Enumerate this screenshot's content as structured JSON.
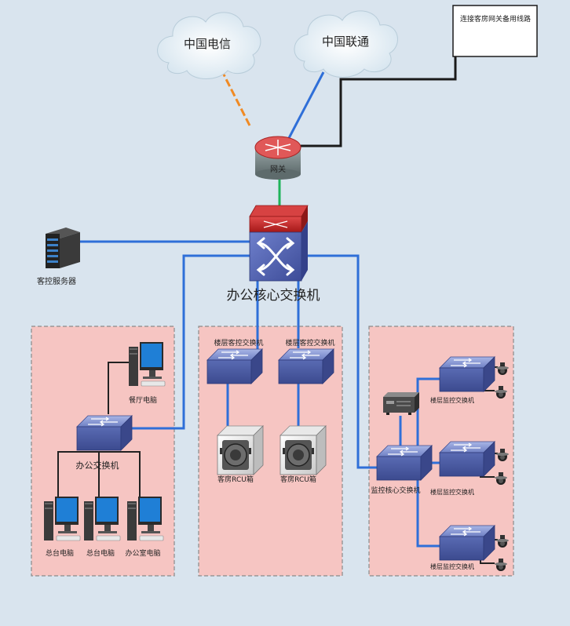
{
  "diagram": {
    "clouds": {
      "telecom": "中国电信",
      "unicom": "中国联通"
    },
    "backup_line_note": "连接客房网关备用线路",
    "gateway": "网关",
    "core_switch": "办公核心交换机",
    "server": "客控服务器",
    "office_zone": {
      "switch": "办公交换机",
      "restaurant_pc": "餐厅电脑",
      "front_desk_pc_1": "总台电脑",
      "front_desk_pc_2": "总台电脑",
      "office_pc": "办公室电脑"
    },
    "room_zone": {
      "floor_switch_1": "楼层客控交换机",
      "floor_switch_2": "楼层客控交换机",
      "rcu_1": "客房RCU箱",
      "rcu_2": "客房RCU箱"
    },
    "monitor_zone": {
      "core_switch": "监控核心交换机",
      "floor_switch_1": "楼层监控交换机",
      "floor_switch_2": "楼层监控交换机",
      "floor_switch_3": "楼层监控交换机"
    }
  }
}
